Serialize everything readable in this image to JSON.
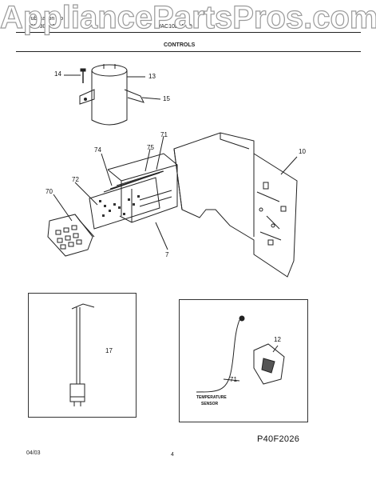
{
  "watermark": "AppliancePartsPros.com",
  "header": {
    "pub_label": "Publication No",
    "pub_number": "5995308401",
    "model": "WAC10DM-C1",
    "section": "CONTROLS"
  },
  "callouts": {
    "c14": "14",
    "c13": "13",
    "c15": "15",
    "c71": "71",
    "c75": "75",
    "c74": "74",
    "c72": "72",
    "c70": "70",
    "c10": "10",
    "c7": "7",
    "c17": "17",
    "c12": "12",
    "c71b": "71"
  },
  "sensor_label_line1": "TEMPERATURE",
  "sensor_label_line2": "SENSOR",
  "footer": {
    "date": "04/03",
    "page": "4",
    "doc_number": "P40F2026"
  }
}
